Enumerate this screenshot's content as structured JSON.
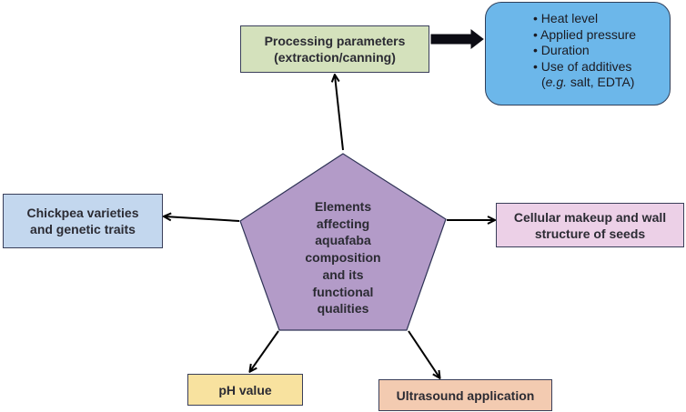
{
  "center": {
    "lines": [
      "Elements",
      "affecting",
      "aquafaba",
      "composition",
      "and its",
      "functional",
      "qualities"
    ],
    "color": "#b39bc8"
  },
  "nodes": {
    "processing": {
      "lines": [
        "Processing parameters",
        "(extraction/canning)"
      ],
      "color": "#d4e1bc"
    },
    "chickpea": {
      "lines": [
        "Chickpea varieties",
        "and genetic traits"
      ],
      "color": "#c3d7ee"
    },
    "cellular": {
      "lines": [
        "Cellular makeup and wall",
        "structure of seeds"
      ],
      "color": "#ecd0e7"
    },
    "ph": {
      "lines": [
        "pH value"
      ],
      "color": "#f8e29f"
    },
    "ultrasound": {
      "lines": [
        "Ultrasound application"
      ],
      "color": "#f3cbb1"
    }
  },
  "details": {
    "bullet": "•",
    "items": [
      "Heat level",
      "Applied pressure",
      "Duration",
      "Use of additives"
    ],
    "note_prefix": "(",
    "note_italic": "e.g.",
    "note_rest": " salt, EDTA)",
    "color": "#6cb7ea"
  }
}
